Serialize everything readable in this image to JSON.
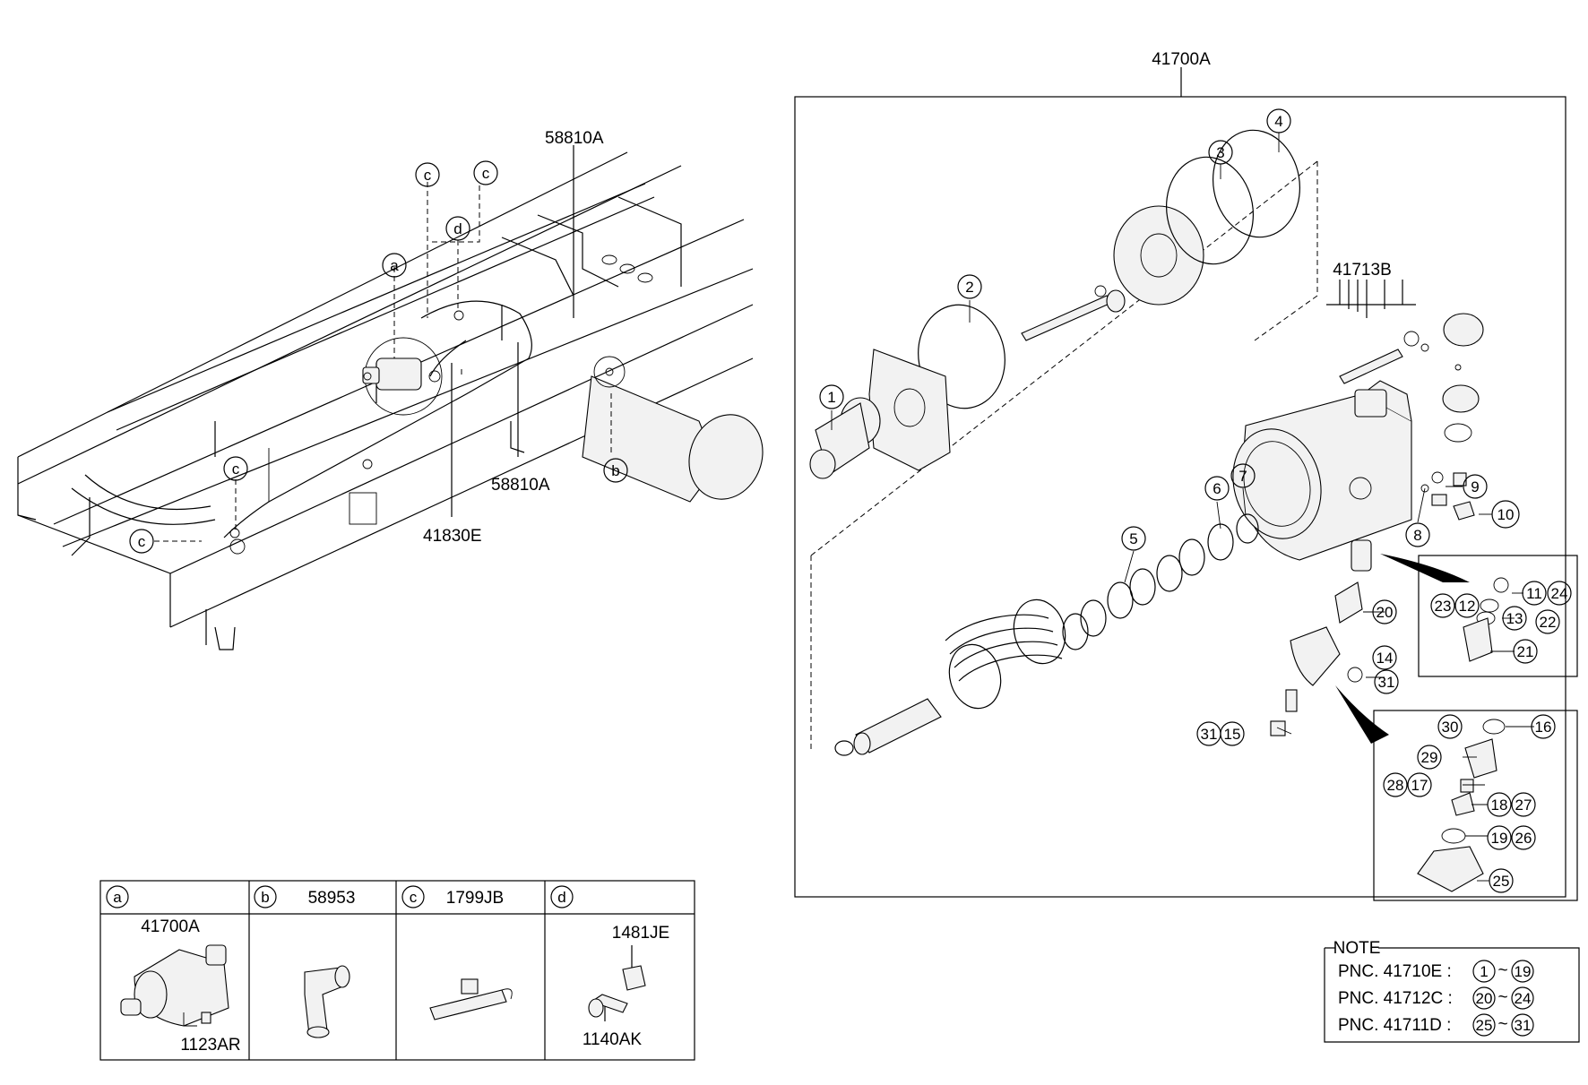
{
  "main_diagram": {
    "assembly_label": "41700A",
    "chassis_labels": {
      "pipe_top": "58810A",
      "pipe_bottom": "58810A",
      "hose": "41830E",
      "valve_group": "41713B"
    },
    "callout_letters": {
      "a": "a",
      "b": "b",
      "c": "c",
      "d": "d"
    },
    "parts": [
      "1",
      "2",
      "3",
      "4",
      "5",
      "6",
      "7",
      "8",
      "9",
      "10",
      "11",
      "12",
      "13",
      "14",
      "15",
      "16",
      "17",
      "18",
      "19",
      "20",
      "21",
      "22",
      "23",
      "24",
      "25",
      "26",
      "27",
      "28",
      "29",
      "30",
      "31"
    ]
  },
  "legend_table": {
    "cells": [
      {
        "key": "a",
        "code": "",
        "parts": [
          "41700A",
          "1123AR"
        ]
      },
      {
        "key": "b",
        "code": "58953",
        "parts": []
      },
      {
        "key": "c",
        "code": "1799JB",
        "parts": []
      },
      {
        "key": "d",
        "code": "",
        "parts": [
          "1481JE",
          "1140AK"
        ]
      }
    ]
  },
  "note": {
    "title": "NOTE",
    "rows": [
      {
        "pnc": "PNC. 41710E :",
        "from": "1",
        "sep": "~",
        "to": "19"
      },
      {
        "pnc": "PNC. 41712C :",
        "from": "20",
        "sep": "~",
        "to": "24"
      },
      {
        "pnc": "PNC. 41711D :",
        "from": "25",
        "sep": "~",
        "to": "31"
      }
    ]
  }
}
